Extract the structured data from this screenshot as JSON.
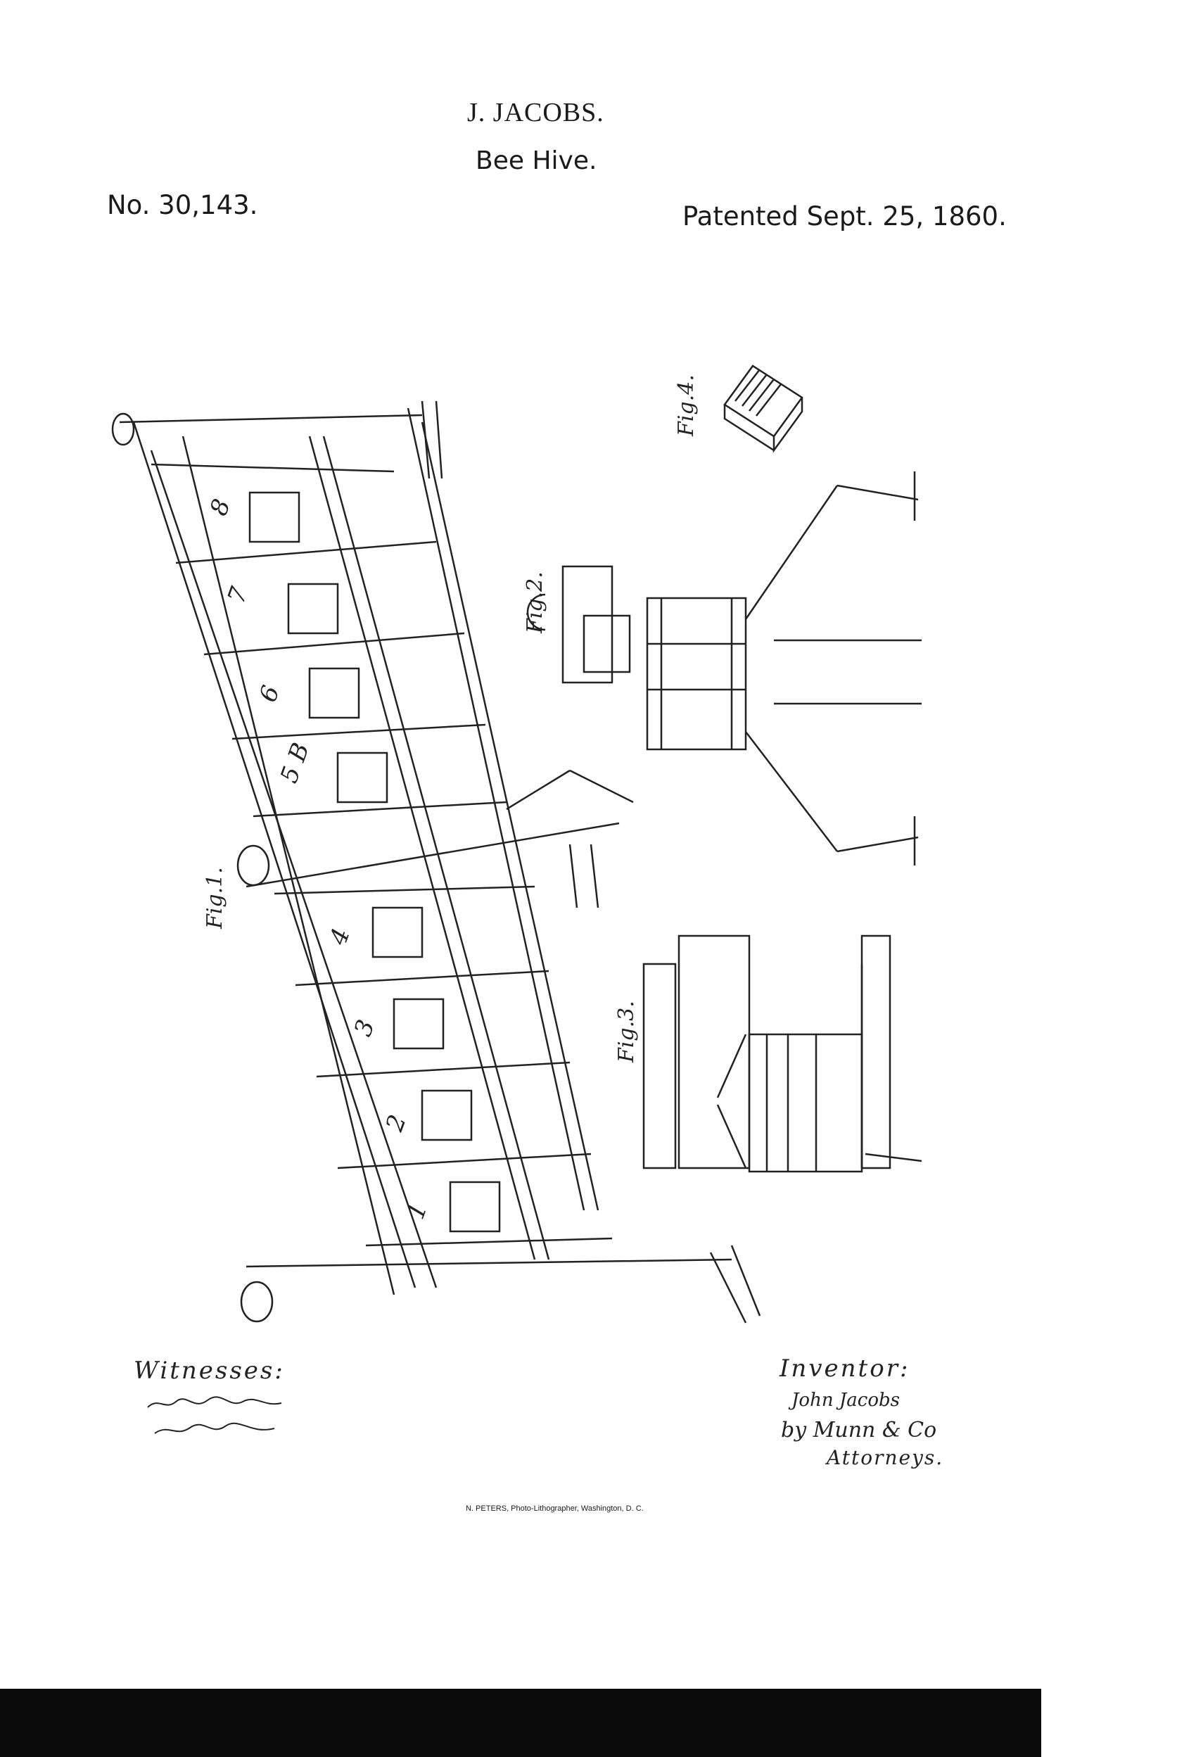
{
  "header": {
    "inventor": "J. JACOBS.",
    "title": "Bee Hive.",
    "patent_number": "No. 30,143.",
    "patent_date": "Patented Sept. 25, 1860."
  },
  "figures": {
    "fig1": "Fig.1.",
    "fig2": "Fig.2.",
    "fig3": "Fig.3.",
    "fig4": "Fig.4."
  },
  "hive_numbers": [
    "1",
    "2",
    "3",
    "4",
    "5 B",
    "6",
    "7",
    "8"
  ],
  "signatures": {
    "witnesses_label": "Witnesses:",
    "inventor_label": "Inventor:",
    "inventor_name": "John Jacobs",
    "by_line": "by Munn & Co",
    "attorneys": "Attorneys."
  },
  "footer": {
    "lithographer": "N. PETERS, Photo-Lithographer, Washington, D. C."
  }
}
